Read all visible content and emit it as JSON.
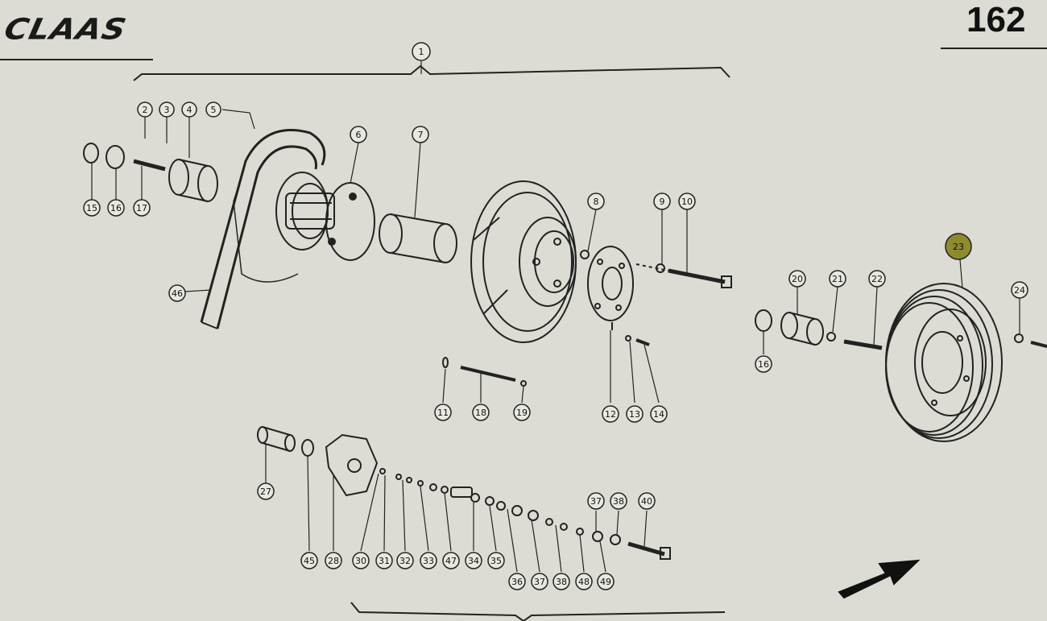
{
  "header": {
    "brand": "CLAAS",
    "page_number": "162"
  },
  "callouts": {
    "c1": "1",
    "c2": "2",
    "c3": "3",
    "c4": "4",
    "c5": "5",
    "c6": "6",
    "c7": "7",
    "c8": "8",
    "c9": "9",
    "c10": "10",
    "c11": "11",
    "c12": "12",
    "c13": "13",
    "c14": "14",
    "c15": "15",
    "c16": "16",
    "c17": "17",
    "c18": "18",
    "c19": "19",
    "c20": "20",
    "c21": "21",
    "c22": "22",
    "c23": "23",
    "c24": "24",
    "c16b": "16",
    "c27": "27",
    "c28": "28",
    "c30": "30",
    "c31": "31",
    "c32": "32",
    "c33": "33",
    "c34": "34",
    "c35": "35",
    "c36": "36",
    "c37a": "37",
    "c37b": "37",
    "c38a": "38",
    "c38b": "38",
    "c40": "40",
    "c45": "45",
    "c46": "46",
    "c47": "47",
    "c48": "48",
    "c49": "49"
  }
}
